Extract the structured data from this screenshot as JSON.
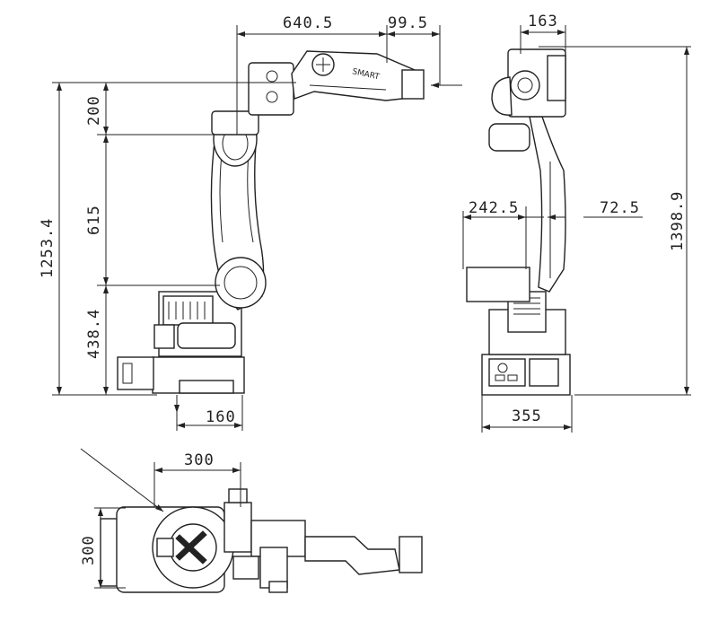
{
  "drawing": {
    "views": [
      "side-view",
      "front-view",
      "top-view"
    ],
    "dimensions": {
      "reach_640": "640.5",
      "offset_99": "99.5",
      "width_163": "163",
      "height_200": "200",
      "height_615": "615",
      "height_1253": "1253.4",
      "height_438": "438.4",
      "base_160": "160",
      "offset_242": "242.5",
      "offset_72": "72.5",
      "height_1398": "1398.9",
      "base_355": "355",
      "top_300_width": "300",
      "top_300_height": "300"
    }
  }
}
